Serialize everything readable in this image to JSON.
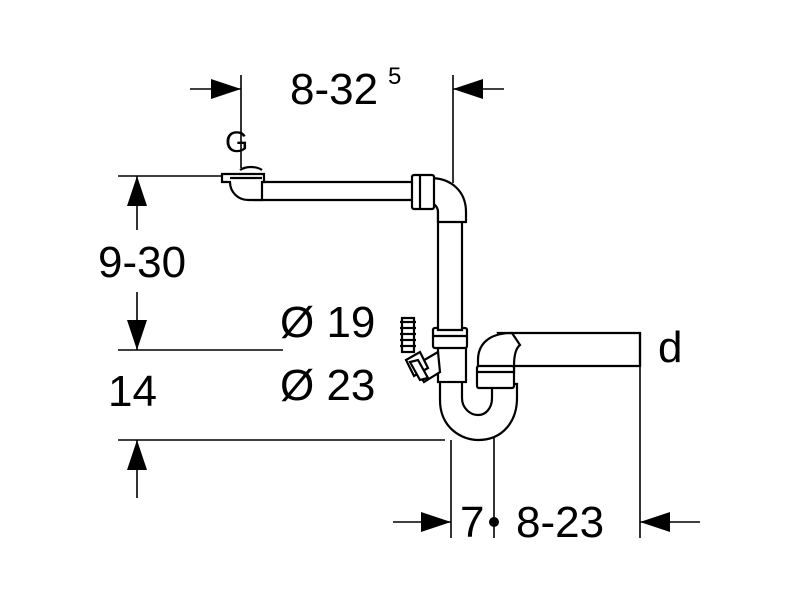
{
  "labels": {
    "top_width_main": "8-32",
    "top_width_sup": "5",
    "height_range": "9-30",
    "bottom_offset": "14",
    "inlet_label": "G",
    "outlet_label": "d",
    "diam_small": "Ø 19",
    "diam_large": "Ø 23",
    "bottom_left": "7",
    "bottom_right": "8-23"
  }
}
